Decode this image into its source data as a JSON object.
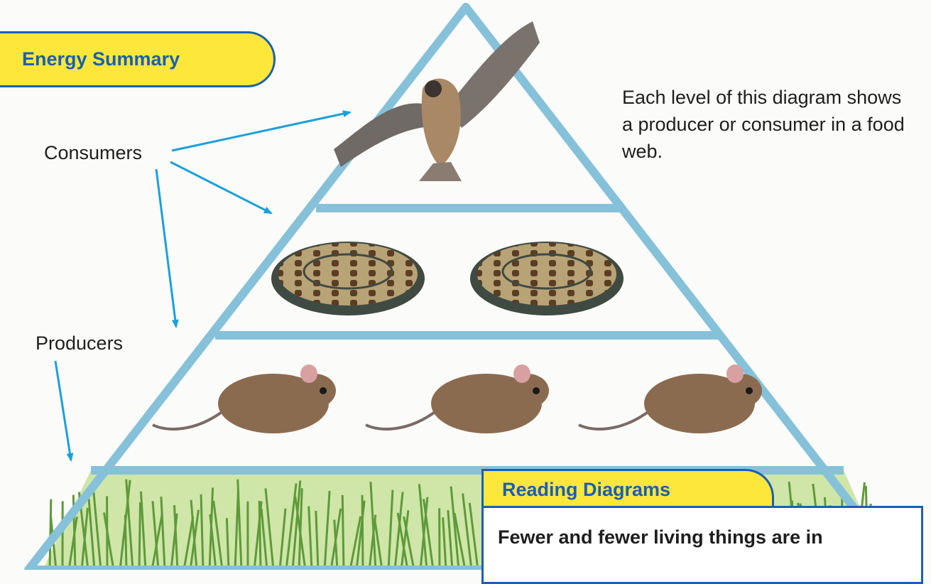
{
  "energy_summary": {
    "title": "Energy Summary"
  },
  "labels": {
    "consumers": "Consumers",
    "producers": "Producers"
  },
  "description": "Each level of this diagram shows a producer or consumer in a food web.",
  "reading_diagrams": {
    "title": "Reading Diagrams",
    "body": "Fewer and fewer living things are in"
  },
  "levels": [
    {
      "name": "hawk",
      "count": 1
    },
    {
      "name": "snake",
      "count": 2
    },
    {
      "name": "mouse",
      "count": 3
    },
    {
      "name": "grass",
      "count": 1
    }
  ],
  "colors": {
    "pyramid": "#86c1da",
    "arrow": "#1aa0dc",
    "tag_fill": "#fde73a",
    "tag_text": "#1a5fb3"
  }
}
